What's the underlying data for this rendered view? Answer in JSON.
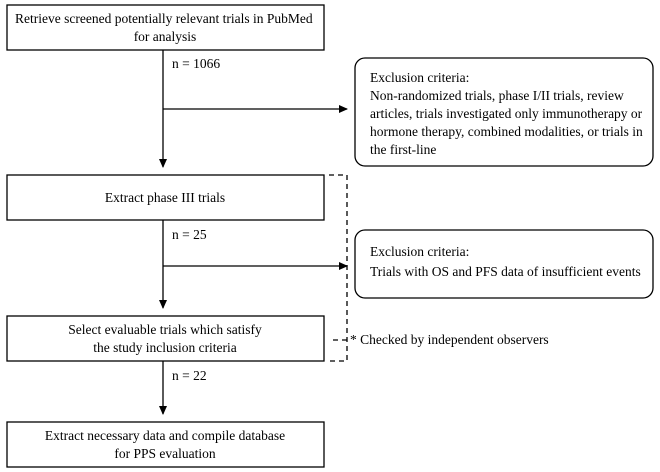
{
  "steps": {
    "retrieve": {
      "line1": "Retrieve screened potentially relevant trials in PubMed",
      "line2": "for analysis"
    },
    "extract_phase3": {
      "line1": "Extract phase III trials"
    },
    "select": {
      "line1": "Select evaluable trials which satisfy",
      "line2": "the study inclusion criteria"
    },
    "extract_data": {
      "line1": "Extract necessary data and compile database",
      "line2": "for PPS evaluation"
    }
  },
  "counts": {
    "first": "n = 1066",
    "second": "n = 25",
    "third": "n = 22"
  },
  "exclusion1": {
    "title": "Exclusion criteria:",
    "lines": [
      "Non-randomized trials, phase I/II trials, review",
      "articles, trials investigated only immunotherapy or",
      "hormone therapy, combined modalities, or trials in",
      "the first-line"
    ]
  },
  "exclusion2": {
    "title": "Exclusion criteria:",
    "lines": [
      "Trials with OS and PFS data of insufficient events"
    ]
  },
  "note": "* Checked by independent observers"
}
